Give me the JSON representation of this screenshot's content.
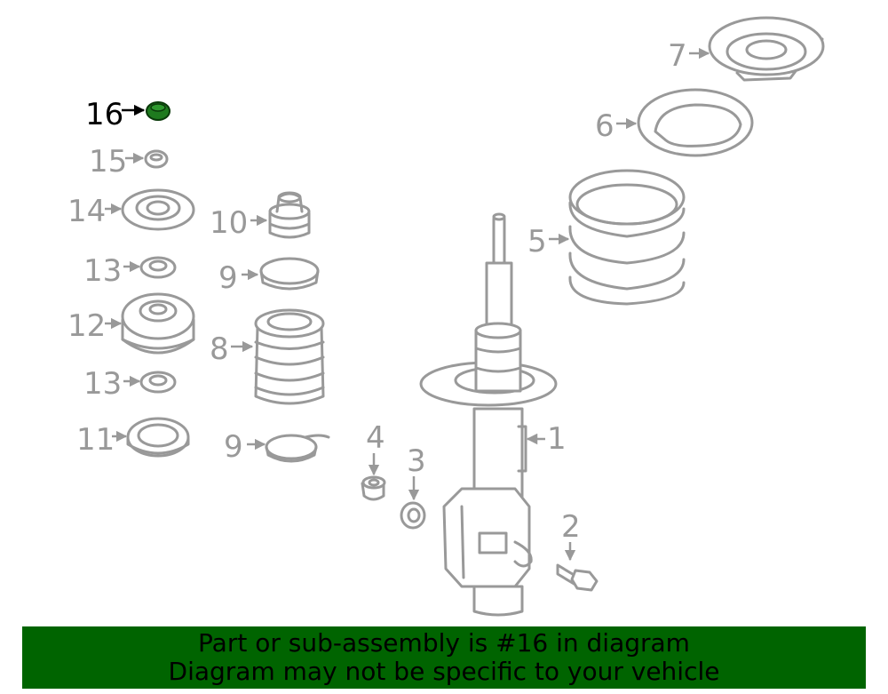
{
  "labels": {
    "l1": "1",
    "l2": "2",
    "l3": "3",
    "l4": "4",
    "l5": "5",
    "l6": "6",
    "l7": "7",
    "l8": "8",
    "l9a": "9",
    "l9b": "9",
    "l10": "10",
    "l11": "11",
    "l12": "12",
    "l13a": "13",
    "l13b": "13",
    "l14": "14",
    "l15": "15",
    "l16": "16"
  },
  "highlight_part": "16",
  "colors": {
    "highlight": "#1e7a1e",
    "banner": "#006400",
    "line": "#999999"
  },
  "banner": {
    "line1": "Part or sub-assembly is #16 in diagram",
    "line2": "Diagram may not be specific to your vehicle"
  }
}
